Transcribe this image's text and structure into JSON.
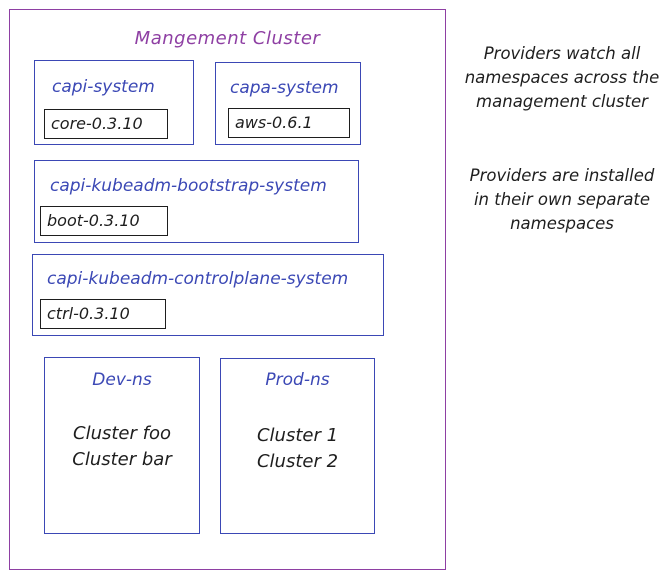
{
  "diagram": {
    "management_cluster": {
      "title": "Mangement Cluster",
      "namespaces": [
        {
          "label": "capi-system",
          "component": "core-0.3.10"
        },
        {
          "label": "capa-system",
          "component": "aws-0.6.1"
        },
        {
          "label": "capi-kubeadm-bootstrap-system",
          "component": "boot-0.3.10"
        },
        {
          "label": "capi-kubeadm-controlplane-system",
          "component": "ctrl-0.3.10"
        }
      ],
      "workload_namespaces": [
        {
          "label": "Dev-ns",
          "clusters": [
            "Cluster foo",
            "Cluster bar"
          ]
        },
        {
          "label": "Prod-ns",
          "clusters": [
            "Cluster 1",
            "Cluster 2"
          ]
        }
      ]
    },
    "notes": [
      "Providers watch all namespaces across the management cluster",
      "Providers are installed in their own separate namespaces"
    ],
    "colors": {
      "management_border": "#8e3fa3",
      "namespace_border": "#3b48b5",
      "component_border": "#1e1e1e"
    }
  }
}
